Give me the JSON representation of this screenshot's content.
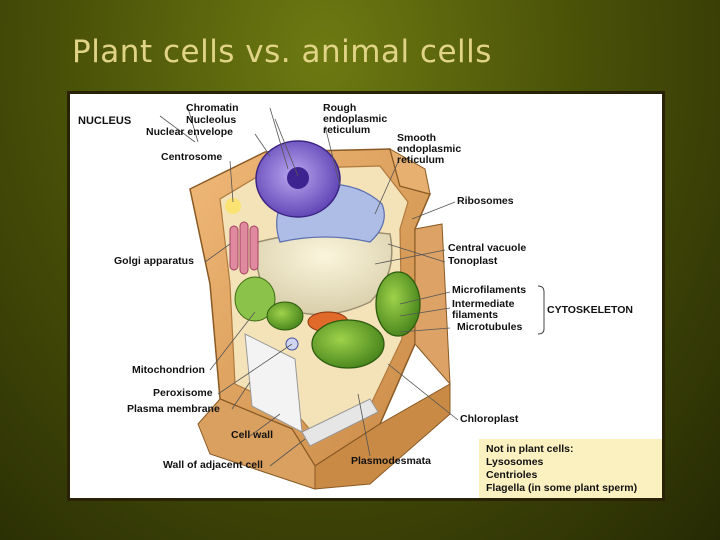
{
  "slide": {
    "title": "Plant cells vs. animal cells"
  },
  "diagram": {
    "labels": {
      "nucleus": "NUCLEUS",
      "chromatin": "Chromatin",
      "nucleolus": "Nucleolus",
      "nuclear_envelope": "Nuclear envelope",
      "centrosome": "Centrosome",
      "golgi": "Golgi apparatus",
      "mitochondrion": "Mitochondrion",
      "peroxisome": "Peroxisome",
      "plasma_membrane": "Plasma membrane",
      "cell_wall": "Cell wall",
      "wall_adjacent": "Wall of adjacent cell",
      "rough_er_1": "Rough",
      "rough_er_2": "endoplasmic",
      "rough_er_3": "reticulum",
      "smooth_er_1": "Smooth",
      "smooth_er_2": "endoplasmic",
      "smooth_er_3": "reticulum",
      "ribosomes": "Ribosomes",
      "central_vacuole": "Central vacuole",
      "tonoplast": "Tonoplast",
      "microfilaments": "Microfilaments",
      "intermediate_1": "Intermediate",
      "intermediate_2": "filaments",
      "microtubules": "Microtubules",
      "cytoskeleton": "CYTOSKELETON",
      "chloroplast": "Chloroplast",
      "plasmodesmata": "Plasmodesmata"
    },
    "note": {
      "heading": "Not in plant cells:",
      "items": [
        "Lysosomes",
        "Centrioles",
        "Flagella (in some plant sperm)"
      ]
    }
  }
}
